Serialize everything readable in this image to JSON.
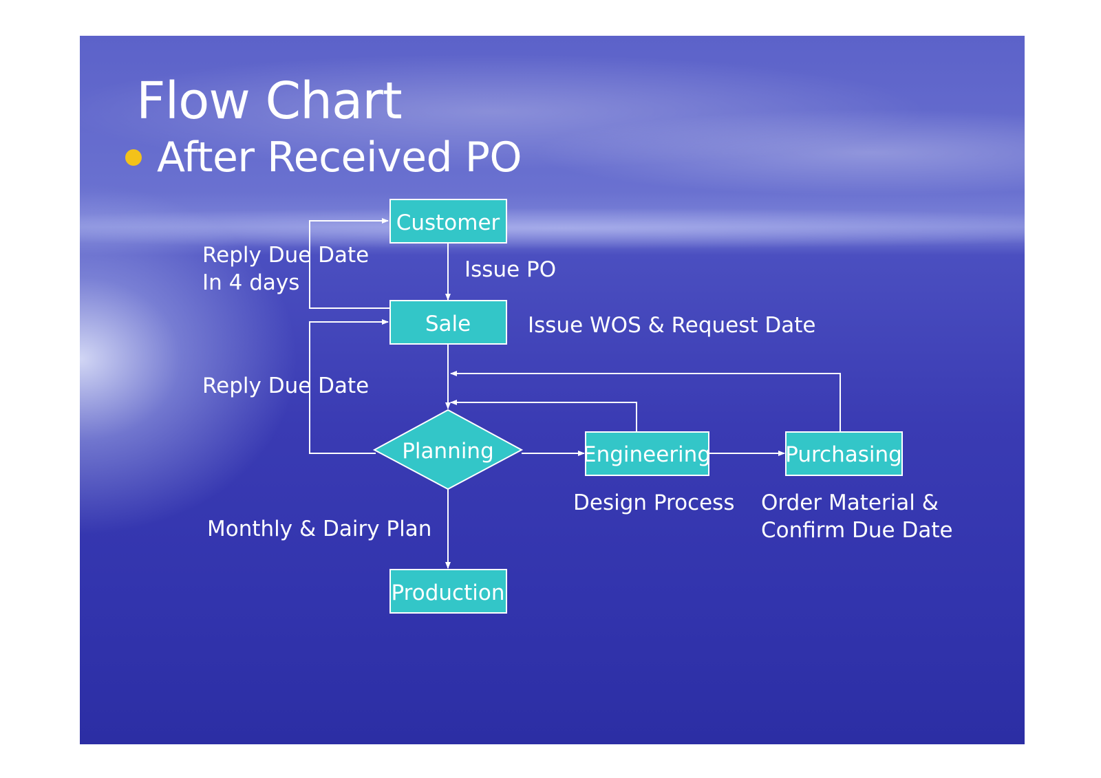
{
  "slide": {
    "title": "Flow Chart",
    "bullet": "After Received PO",
    "bullet_color": "#f3c21a"
  },
  "nodes": {
    "customer": "Customer",
    "sale": "Sale",
    "planning": "Planning",
    "engineering": "Engineering",
    "purchasing": "Purchasing",
    "production": "Production"
  },
  "labels": {
    "issue_po": "Issue PO",
    "reply_due_date_line1": "Reply Due Date",
    "reply_due_date_line2": "In 4 days",
    "issue_wos": "Issue WOS & Request Date",
    "reply_due_date": "Reply Due Date",
    "monthly_plan": "Monthly & Dairy Plan",
    "design_process": "Design Process",
    "order_material_line1": "Order Material &",
    "order_material_line2": "Confirm Due Date"
  },
  "colors": {
    "node_fill": "#33c6c8",
    "node_border": "#ffffff",
    "text": "#ffffff"
  }
}
